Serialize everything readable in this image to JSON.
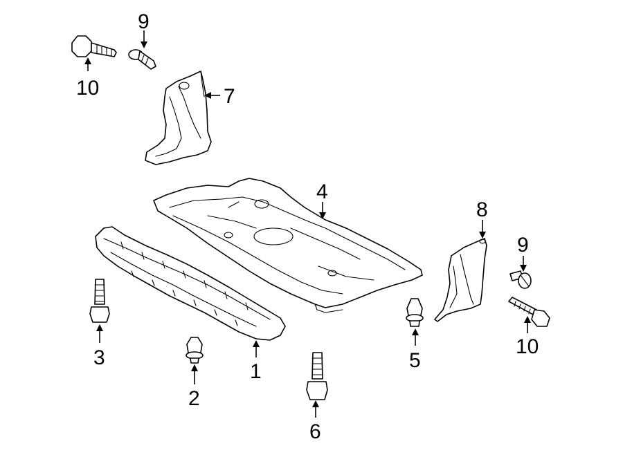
{
  "diagram": {
    "callouts": [
      {
        "id": "c1",
        "label": "1"
      },
      {
        "id": "c2",
        "label": "2"
      },
      {
        "id": "c3",
        "label": "3"
      },
      {
        "id": "c4",
        "label": "4"
      },
      {
        "id": "c5",
        "label": "5"
      },
      {
        "id": "c6",
        "label": "6"
      },
      {
        "id": "c7",
        "label": "7"
      },
      {
        "id": "c8",
        "label": "8"
      },
      {
        "id": "c9a",
        "label": "9"
      },
      {
        "id": "c9b",
        "label": "9"
      },
      {
        "id": "c10a",
        "label": "10"
      },
      {
        "id": "c10b",
        "label": "10"
      }
    ]
  }
}
